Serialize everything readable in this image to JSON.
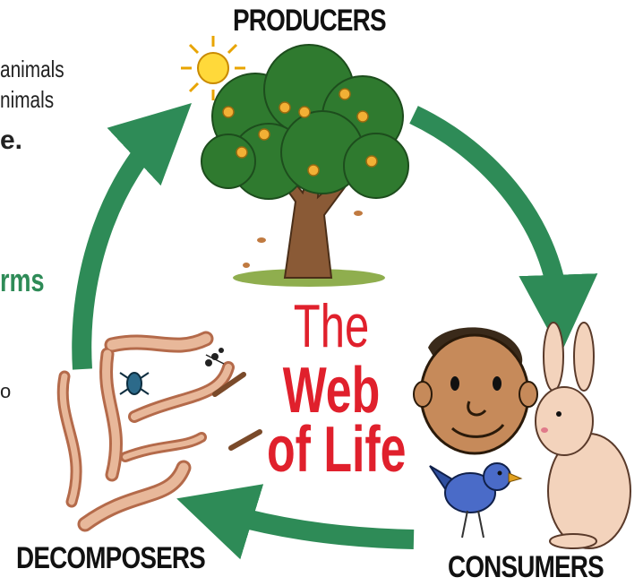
{
  "labels": {
    "producers": "PRODUCERS",
    "consumers": "CONSUMERS",
    "decomposers": "DECOMPOSERS"
  },
  "title": {
    "line1": "The",
    "line2": "Web",
    "line3": "of Life"
  },
  "left_text_fragments": [
    "animals",
    "nimals",
    "e.",
    "rms",
    "o"
  ],
  "colors": {
    "arrow_green": "#2e8b57",
    "title_red": "#e0202c",
    "label_black": "#111111"
  },
  "illustrations": [
    "tree-with-sun",
    "worms-and-insects",
    "boy-bird-rabbit"
  ]
}
